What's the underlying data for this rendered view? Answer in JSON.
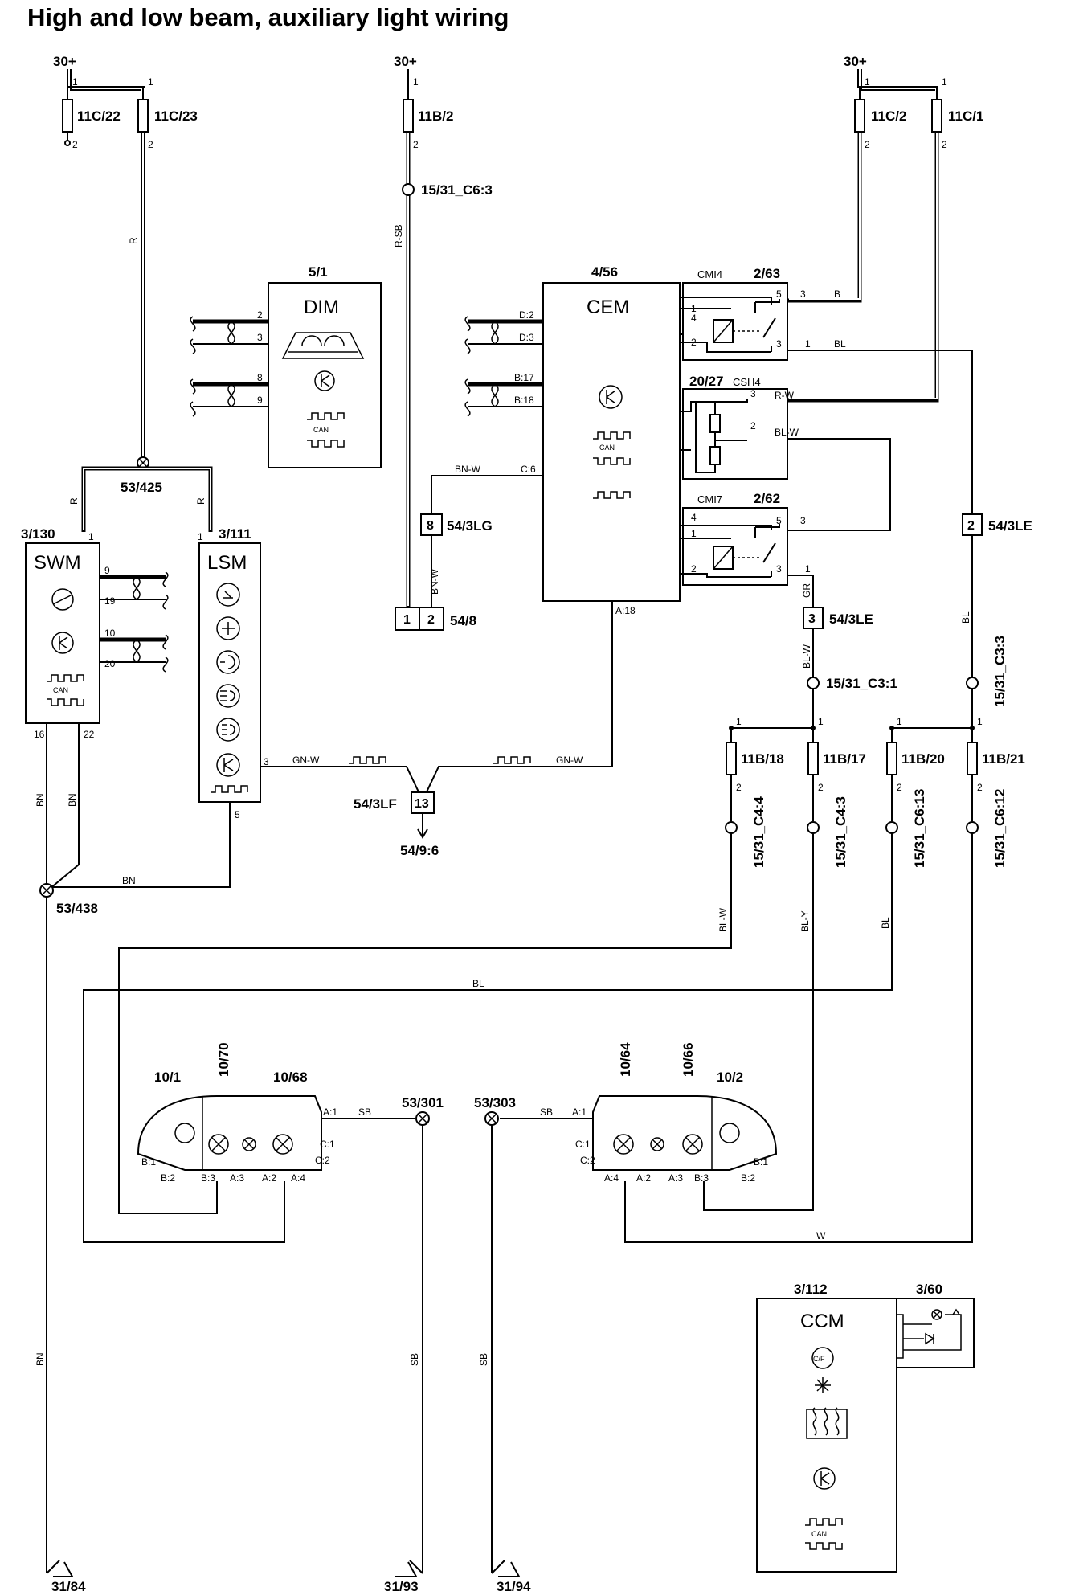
{
  "title": "High and low beam, auxiliary light wiring",
  "supply": {
    "left": "30+",
    "middle": "30+",
    "right": "30+"
  },
  "fuses": {
    "f1": "11C/22",
    "f2": "11C/23",
    "f3": "11B/2",
    "f4": "11C/2",
    "f5": "11C/1",
    "f6": "11B/18",
    "f7": "11B/17",
    "f8": "11B/20",
    "f9": "11B/21"
  },
  "modules": {
    "dim": {
      "id": "5/1",
      "name": "DIM"
    },
    "cem": {
      "id": "4/56",
      "name": "CEM"
    },
    "swm": {
      "id": "3/130",
      "name": "SWM"
    },
    "lsm": {
      "id": "3/111",
      "name": "LSM"
    },
    "ccm": {
      "id": "3/112",
      "name": "CCM"
    },
    "r1": {
      "id": "2/63",
      "code": "CMI4"
    },
    "r2": {
      "id": "20/27",
      "code": "CSH4"
    },
    "r3": {
      "id": "2/62",
      "code": "CMI7"
    },
    "sw360": "3/60",
    "ccm_unit": "C/F",
    "can_label": "CAN"
  },
  "connectors": {
    "c1563": "15/31_C6:3",
    "c548": "54/8",
    "c543lg": "54/3LG",
    "c543le_a": "54/3LE",
    "c543le_b": "54/3LE",
    "c543lf": "54/3LF",
    "c549": "54/9:6",
    "c1531c31": "15/31_C3:1",
    "c1531c33": "15/31_C3:3",
    "c1531c44": "15/31_C4:4",
    "c1531c43": "15/31_C4:3",
    "c1531c613": "15/31_C6:13",
    "c1531c612": "15/31_C6:12",
    "lg_pin": "8",
    "le_pin_a": "2",
    "le_pin_b": "3",
    "lf_pin": "13",
    "s548_1": "1",
    "s548_2": "2"
  },
  "splices": {
    "s1": "53/425",
    "s2": "53/438",
    "s3": "53/301",
    "s4": "53/303"
  },
  "lamps": {
    "l1": "10/1",
    "l2": "10/70",
    "l3": "10/68",
    "l4": "10/64",
    "l5": "10/66",
    "l6": "10/2"
  },
  "grounds": {
    "g1": "31/84",
    "g2": "31/93",
    "g3": "31/94"
  },
  "wire_colors": {
    "r_main": "R",
    "r_swm": "R",
    "r_lsm": "R",
    "rsb": "R-SB",
    "bnw_h": "BN-W",
    "bnw_v": "BN-W",
    "b": "B",
    "bl_r1": "BL",
    "rw": "R-W",
    "blw_r2": "BL-W",
    "gr": "GR",
    "blw_v": "BL-W",
    "bl_v": "BL",
    "gnw_l": "GN-W",
    "gnw_r": "GN-W",
    "bn_swm1": "BN",
    "bn_swm2": "BN",
    "bn_h": "BN",
    "bn_v": "BN",
    "blw_lamp": "BL-W",
    "bly": "BL-Y",
    "bl_lamp": "BL",
    "bl_h": "BL",
    "w": "W",
    "sb1": "SB",
    "sb2": "SB",
    "sb3": "SB",
    "sb4": "SB"
  },
  "pins": {
    "f1t": "1",
    "f1b": "2",
    "f2t": "1",
    "f2b": "2",
    "f3t": "1",
    "f3b": "2",
    "f4t": "1",
    "f4b": "2",
    "f5t": "1",
    "f5b": "2",
    "dim2": "2",
    "dim3": "3",
    "dim8": "8",
    "dim9": "9",
    "cemD2": "D:2",
    "cemD3": "D:3",
    "cemB17": "B:17",
    "cemB18": "B:18",
    "cemC6": "C:6",
    "cemA18": "A:18",
    "r1_4": "4",
    "r1_1": "1",
    "r1_2": "2",
    "r1_5": "5",
    "r1_3": "3",
    "r1_3o": "3",
    "r1_1o": "1",
    "r2_3": "3",
    "r2_2": "2",
    "r3_4": "4",
    "r3_1": "1",
    "r3_2": "2",
    "r3_5": "5",
    "r3_3": "3",
    "r3_3o": "3",
    "r3_1o": "1",
    "swm1": "1",
    "swm9": "9",
    "swm19": "19",
    "swm10": "10",
    "swm20": "20",
    "swm16": "16",
    "swm22": "22",
    "lsm1": "1",
    "lsm3": "3",
    "lsm5": "5",
    "f6t": "1",
    "f6b": "2",
    "f7t": "1",
    "f7b": "2",
    "f8t": "1",
    "f8b": "2",
    "f9t": "1",
    "f9b": "2",
    "l1A1": "A:1",
    "l1C1": "C:1",
    "l1C2": "C:2",
    "l1B1": "B:1",
    "l1B2": "B:2",
    "l1B3": "B:3",
    "l1A3": "A:3",
    "l1A2": "A:2",
    "l1A4": "A:4",
    "l2A1": "A:1",
    "l2C1": "C:1",
    "l2C2": "C:2",
    "l2A4": "A:4",
    "l2A2": "A:2",
    "l2A3": "A:3",
    "l2B3": "B:3",
    "l2B1": "B:1",
    "l2B2": "B:2"
  }
}
